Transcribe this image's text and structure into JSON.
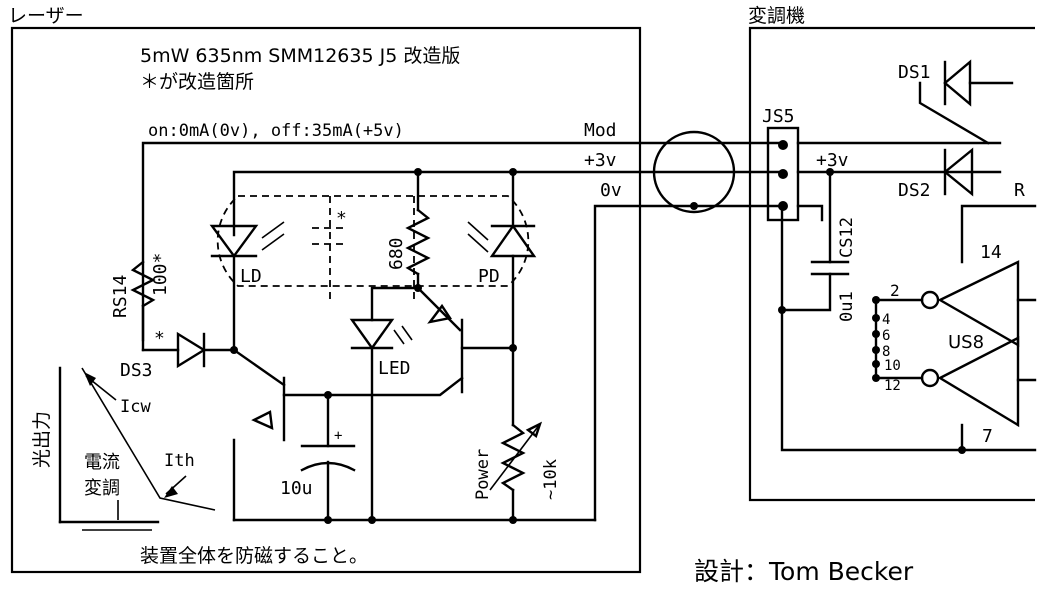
{
  "labels": {
    "laser_section": "レーザー",
    "modulator_section": "変調機",
    "title": "5mW  635nm SMM12635 J5 改造版",
    "subtitle": "＊が改造箇所",
    "mod_note": "on:0mA(0v), off:35mA(+5v)",
    "net_mod": "Mod",
    "net_3v_left": "+3v",
    "net_0v": "0v",
    "net_3v_right": "+3v",
    "connector": "JS5",
    "resistor_rs14": "RS14",
    "resistor_rs14_value": "100*",
    "asterisk_mark": "*",
    "diode_ds3": "DS3",
    "ld": "LD",
    "pd": "PD",
    "led": "LED",
    "resistor_680": "680",
    "cap_10u": "10u",
    "cap_plus": "+",
    "pot_power": "Power",
    "pot_value": "~10k",
    "cap_cs12": "CS12",
    "cap_cs12_value": "0u1",
    "ds1": "DS1",
    "ds2": "DS2",
    "r_partial": "R",
    "us8": "US8",
    "pin_14": "14",
    "pin_2": "2",
    "pin_4": "4",
    "pin_6": "6",
    "pin_8": "8",
    "pin_10": "10",
    "pin_12": "12",
    "pin_7": "7",
    "graph_yaxis": "光出力",
    "graph_icw": "Icw",
    "graph_ith": "Ith",
    "graph_note_1": "電流",
    "graph_note_2": "変調",
    "shield_note": "装置全体を防磁すること。",
    "design_credit": "設計：Tom Becker"
  },
  "colors": {
    "ink": "#000000",
    "background": "#ffffff"
  }
}
